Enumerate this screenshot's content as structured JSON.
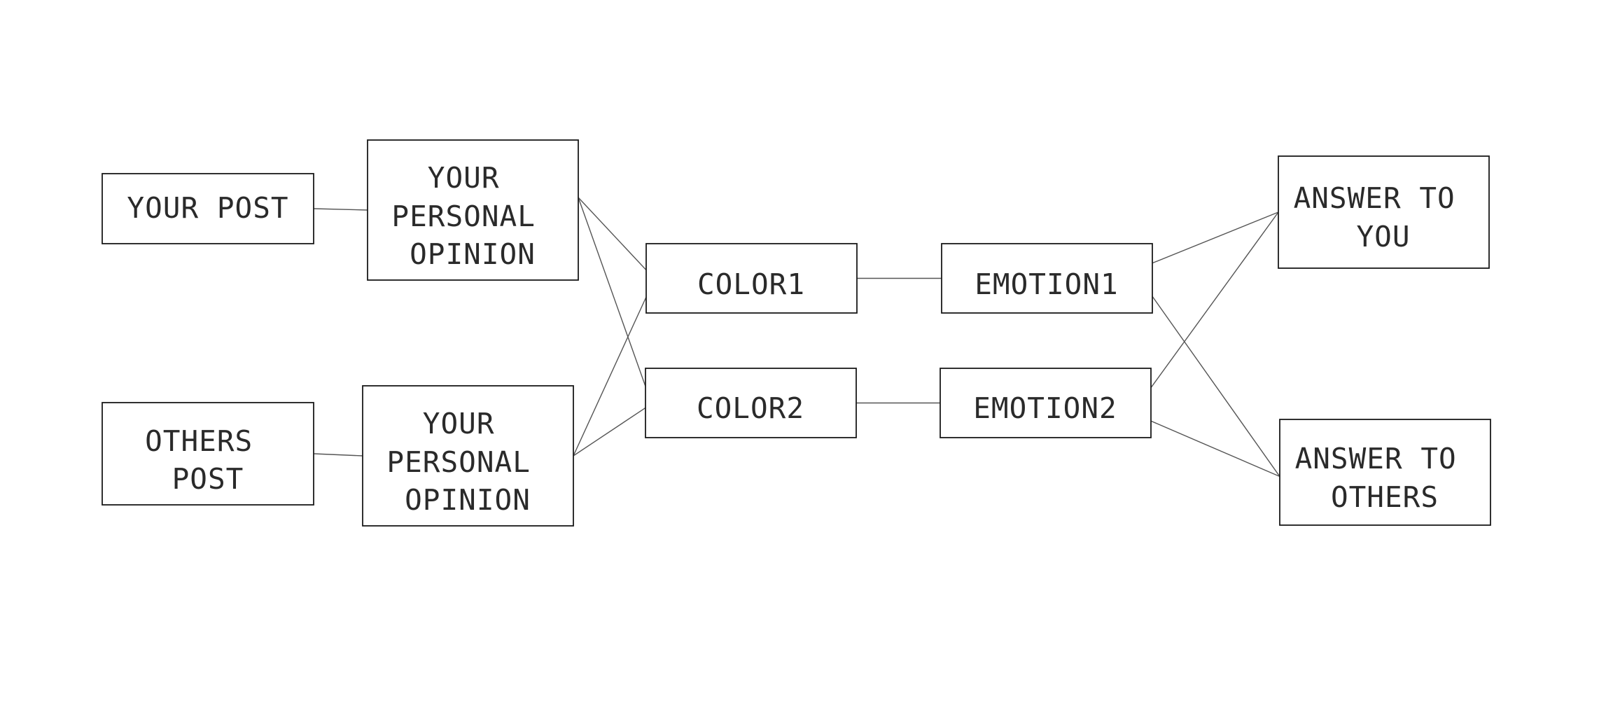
{
  "diagram": {
    "nodes": {
      "your_post": {
        "lines": [
          "YOUR POST"
        ]
      },
      "your_opinion_1": {
        "lines": [
          "YOUR",
          "PERSONAL",
          "OPINION"
        ]
      },
      "others_post": {
        "lines": [
          "OTHERS",
          "POST"
        ]
      },
      "your_opinion_2": {
        "lines": [
          "YOUR",
          "PERSONAL",
          "OPINION"
        ]
      },
      "color1": {
        "lines": [
          "COLOR1"
        ]
      },
      "color2": {
        "lines": [
          "COLOR2"
        ]
      },
      "emotion1": {
        "lines": [
          "EMOTION1"
        ]
      },
      "emotion2": {
        "lines": [
          "EMOTION2"
        ]
      },
      "answer_you": {
        "lines": [
          "ANSWER TO",
          "YOU"
        ]
      },
      "answer_others": {
        "lines": [
          "ANSWER TO",
          "OTHERS"
        ]
      }
    },
    "edges": [
      [
        "your_post",
        "your_opinion_1"
      ],
      [
        "others_post",
        "your_opinion_2"
      ],
      [
        "your_opinion_1",
        "color1"
      ],
      [
        "your_opinion_1",
        "color2"
      ],
      [
        "your_opinion_2",
        "color1"
      ],
      [
        "your_opinion_2",
        "color2"
      ],
      [
        "color1",
        "emotion1"
      ],
      [
        "color2",
        "emotion2"
      ],
      [
        "emotion1",
        "answer_you"
      ],
      [
        "emotion1",
        "answer_others"
      ],
      [
        "emotion2",
        "answer_you"
      ],
      [
        "emotion2",
        "answer_others"
      ]
    ]
  }
}
